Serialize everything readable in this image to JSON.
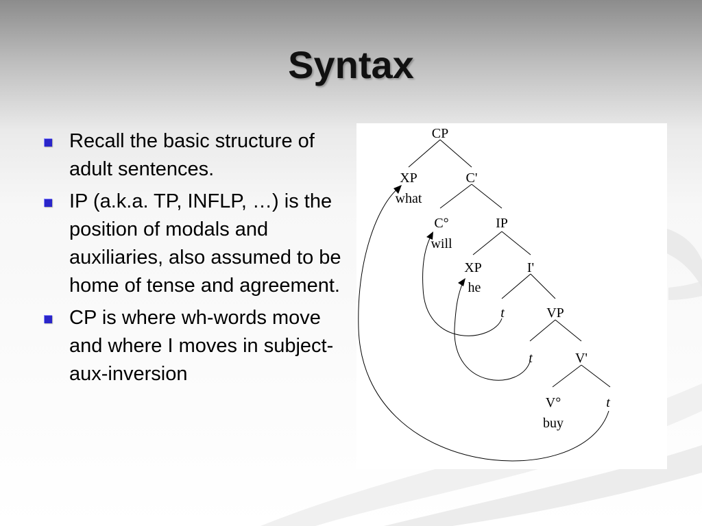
{
  "slide": {
    "title": "Syntax",
    "bullets": [
      "Recall the basic structure of adult sentences.",
      "IP (a.k.a. TP, INFLP, …) is the position of modals and auxiliaries, also assumed to be home of tense and agreement.",
      "CP is where wh-words move and where I moves in subject-aux-inversion"
    ],
    "bullet_color": "#2a25c9"
  },
  "tree": {
    "cp": "CP",
    "xp_top": "XP",
    "what": "what",
    "c_bar": "C'",
    "c_head": "C°",
    "will": "will",
    "ip": "IP",
    "xp_mid": "XP",
    "he": "he",
    "i_bar": "I'",
    "trace_i": "t",
    "vp": "VP",
    "trace_subj": "t",
    "v_bar": "V'",
    "v_head": "V°",
    "buy": "buy",
    "trace_obj": "t"
  }
}
